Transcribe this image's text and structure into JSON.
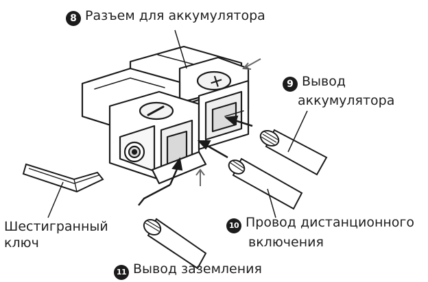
{
  "callouts": [
    {
      "num": "8",
      "text": "Разъем для аккумулятора"
    },
    {
      "num": "9",
      "text_line1": "Вывод",
      "text_line2": "аккумулятора"
    },
    {
      "num": "10",
      "text_line1": "Провод дистанционного",
      "text_line2": "включения"
    },
    {
      "num": "11",
      "text": "Вывод заземления"
    }
  ],
  "hex_key": {
    "line1": "Шестигранный",
    "line2": "ключ"
  },
  "connector": {
    "plus_symbol": "+",
    "minus_symbol": "−"
  }
}
